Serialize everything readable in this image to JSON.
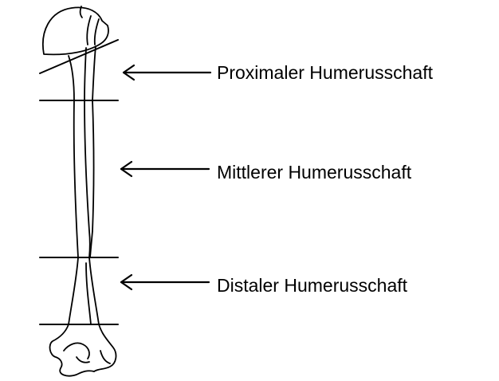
{
  "diagram": {
    "regions": [
      {
        "key": "proximal",
        "label": "Proximaler Humerusschaft"
      },
      {
        "key": "mittlerer",
        "label": "Mittlerer Humerusschaft"
      },
      {
        "key": "distaler",
        "label": "Distaler Humerusschaft"
      }
    ],
    "colors": {
      "stroke": "#000000",
      "background": "#ffffff"
    }
  }
}
